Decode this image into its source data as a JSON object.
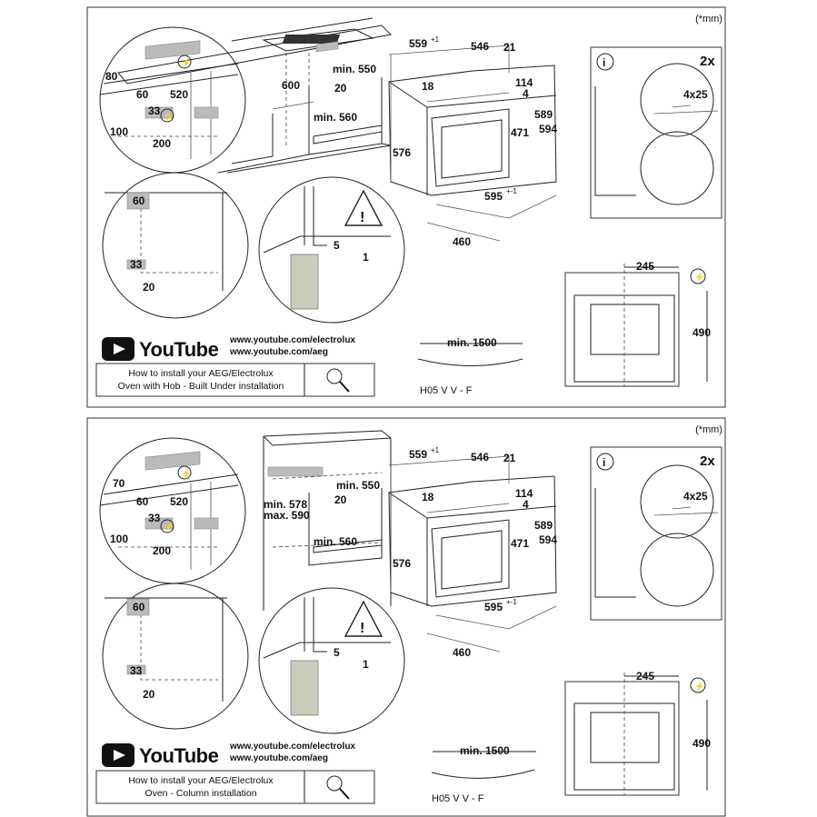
{
  "panels": [
    {
      "units_note": "(*mm)",
      "dims": {
        "d80": "80",
        "d60": "60",
        "d520": "520",
        "d33": "33",
        "d100": "100",
        "d200": "200",
        "d600": "600",
        "min550": "min. 550",
        "d20": "20",
        "min560": "min. 560",
        "d559": "559",
        "d559_sup": "+1",
        "d546": "546",
        "d21": "21",
        "d18": "18",
        "d114": "114",
        "d4": "4",
        "d589": "589",
        "d594": "594",
        "d576": "576",
        "d471": "471",
        "d595": "595",
        "d595_sup": "+-1",
        "d460": "460",
        "d5": "5",
        "d1": "1",
        "z60": "60",
        "z33": "33",
        "z20": "20",
        "screw": "4x25",
        "qty": "2x",
        "info": "i",
        "d245": "245",
        "d490": "490",
        "cable_min": "min. 1500",
        "cable_type": "H05 V V - F"
      },
      "youtube": {
        "brand": "YouTube",
        "url1": "www.youtube.com/electrolux",
        "url2": "www.youtube.com/aeg",
        "caption1": "How to install your AEG/Electrolux",
        "caption2": "Oven with Hob - Built Under installation"
      }
    },
    {
      "units_note": "(*mm)",
      "dims": {
        "d80": "70",
        "d60": "60",
        "d520": "520",
        "d33": "33",
        "d100": "100",
        "d200": "200",
        "d600": "",
        "min550": "min. 550",
        "d20": "20",
        "min560": "min. 560",
        "min578": "min. 578",
        "max590": "max. 590",
        "d559": "559",
        "d559_sup": "+1",
        "d546": "546",
        "d21": "21",
        "d18": "18",
        "d114": "114",
        "d4": "4",
        "d589": "589",
        "d594": "594",
        "d576": "576",
        "d471": "471",
        "d595": "595",
        "d595_sup": "+-1",
        "d460": "460",
        "d5": "5",
        "d1": "1",
        "z60": "60",
        "z33": "33",
        "z20": "20",
        "screw": "4x25",
        "qty": "2x",
        "info": "i",
        "d245": "245",
        "d490": "490",
        "cable_min": "min. 1500",
        "cable_type": "H05 V V - F"
      },
      "youtube": {
        "brand": "YouTube",
        "url1": "www.youtube.com/electrolux",
        "url2": "www.youtube.com/aeg",
        "caption1": "How to install your AEG/Electrolux",
        "caption2": "Oven - Column installation"
      }
    }
  ]
}
